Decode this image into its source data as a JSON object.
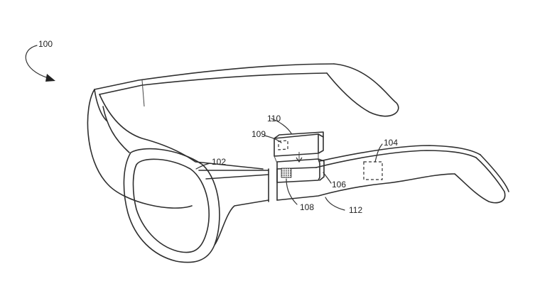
{
  "figure": {
    "ref_numerals": {
      "device": "100",
      "frame": "102",
      "sensor": "104",
      "connector": "106",
      "contacts": "108",
      "module_contacts": "109",
      "module": "110",
      "temple": "112"
    },
    "icons": {
      "device_arrow": "curved-arrow-icon",
      "insertion_arrow": "down-arrow-icon"
    },
    "line_color": "#2f2f2f"
  }
}
